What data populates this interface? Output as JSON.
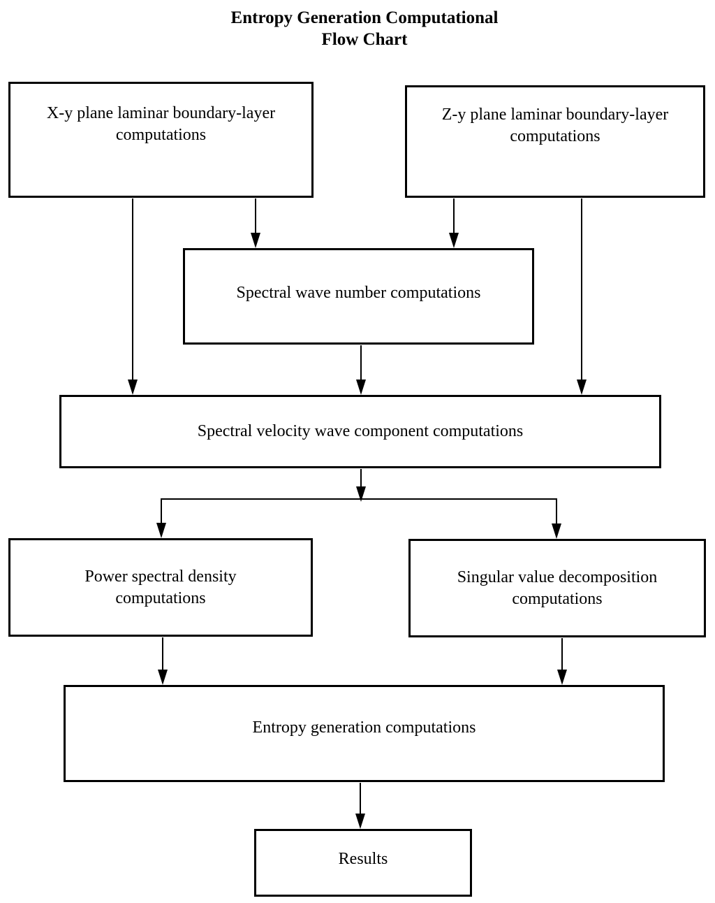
{
  "title": {
    "line1": "Entropy Generation Computational",
    "line2": "Flow Chart"
  },
  "nodes": {
    "xy_plane": {
      "label": "X-y plane laminar boundary-layer computations"
    },
    "zy_plane": {
      "label": "Z-y plane laminar boundary-layer computations"
    },
    "wave_number": {
      "label": "Spectral wave number computations"
    },
    "velocity": {
      "label": "Spectral velocity wave component computations"
    },
    "power_density": {
      "label": "Power spectral density computations"
    },
    "svd": {
      "label": "Singular value decomposition computations"
    },
    "entropy": {
      "label": "Entropy generation computations"
    },
    "results": {
      "label": "Results"
    }
  },
  "edges": [
    {
      "from": "xy_plane",
      "to": "velocity"
    },
    {
      "from": "xy_plane",
      "to": "wave_number"
    },
    {
      "from": "zy_plane",
      "to": "wave_number"
    },
    {
      "from": "zy_plane",
      "to": "velocity"
    },
    {
      "from": "wave_number",
      "to": "velocity"
    },
    {
      "from": "velocity",
      "to": "power_density"
    },
    {
      "from": "velocity",
      "to": "svd"
    },
    {
      "from": "power_density",
      "to": "entropy"
    },
    {
      "from": "svd",
      "to": "entropy"
    },
    {
      "from": "entropy",
      "to": "results"
    }
  ],
  "colors": {
    "background": "#ffffff",
    "line": "#000000",
    "text": "#000000"
  }
}
